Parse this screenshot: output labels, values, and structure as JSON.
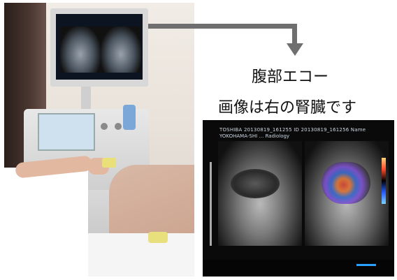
{
  "caption": {
    "line1": "腹部エコー",
    "line2": "画像は右の腎臓です"
  },
  "zoom_monitor": {
    "header_line1": "TOSHIBA  20130819_161255 ID 20130819_161256 Name",
    "header_line2": "YOKOHAMA-SHI  …  Radiology"
  },
  "colors": {
    "arrow": "#6f6f6f",
    "monitor_bg": "#0a0a0a",
    "probe": "#e7e07d"
  }
}
